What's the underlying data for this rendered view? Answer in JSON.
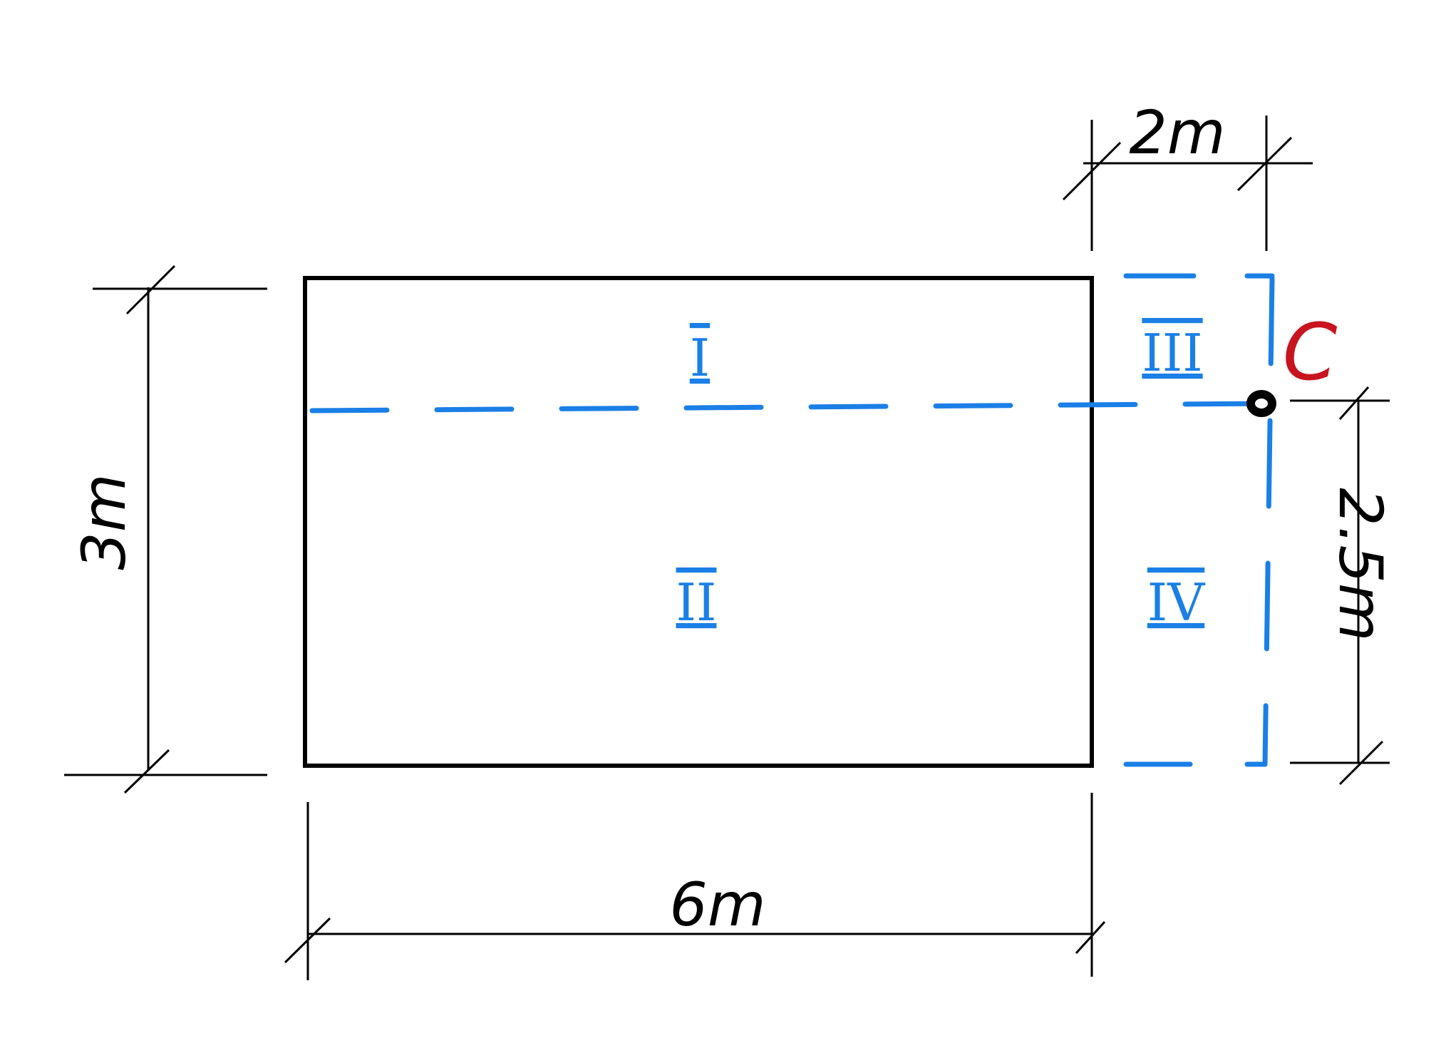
{
  "colors": {
    "outline": "#000000",
    "dimension": "#000000",
    "section": "#1a7fe6",
    "point": "#c8141e"
  },
  "dimensions": {
    "top": "2m",
    "left": "3m",
    "bottom": "6m",
    "right": "2.5m"
  },
  "regions": {
    "one": "I",
    "two": "II",
    "three": "III",
    "four": "IV"
  },
  "point": {
    "label": "C"
  }
}
